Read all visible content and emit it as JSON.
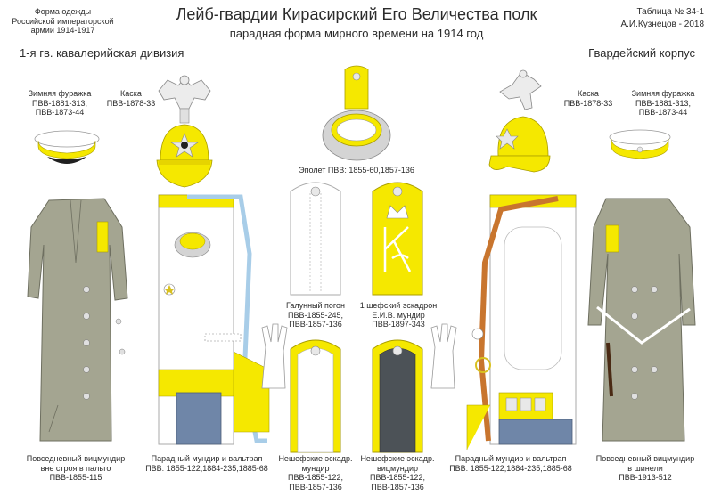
{
  "header": {
    "title": "Лейб-гвардии Кирасирский Его Величества полк",
    "subtitle": "парадная форма мирного времени на 1914 год",
    "left_note": "Форма одежды\nРоссийской императорской\nармии  1914-1917",
    "table_no": "Таблица № 34-1",
    "author": "А.И.Кузнецов - 2018",
    "division": "1-я гв. кавалерийская дивизия",
    "corps": "Гвардейский корпус"
  },
  "labels": {
    "cap_left": "Зимняя фуражка\nПВВ-1881-313,\nПВВ-1873-44",
    "helmet_left": "Каска\nПВВ-1878-33",
    "helmet_right": "Каска\nПВВ-1878-33",
    "cap_right": "Зимняя фуражка\nПВВ-1881-313,\nПВВ-1873-44",
    "epaulette": "Эполет ПВВ: 1855-60,1857-136",
    "galloon_strap": "Галунный погон\nПВВ-1855-245,\nПВВ-1857-136",
    "chef_squadron": "1 шефский эскадрон\nЕ.И.В.  мундир\nПВВ-1897-343",
    "coat_left": "Повседневный вицмундир\nвне строя в пальто\nПВВ-1855-115",
    "parade_left": "Парадный мундир и вальтрап\nПВВ: 1855-122,1884-235,1885-68",
    "nonchef_uniform": "Нешефские эскадр.\nмундир\nПВВ-1855-122,\nПВВ-1857-136",
    "nonchef_vice": "Нешефские эскадр.\nвицмундир\nПВВ-1855-122,\nПВВ-1857-136",
    "parade_right": "Парадный мундир и вальтрап\nПВВ: 1855-122,1884-235,1885-68",
    "coat_right": "Повседневный вицмундир\nв шинели\nПВВ-1913-512"
  },
  "colors": {
    "yellow": "#f5e800",
    "white": "#ffffff",
    "grey_green": "#a4a591",
    "dark_slate": "#4c5257",
    "light_blue": "#a8cde8",
    "orange_sash": "#c8752e",
    "gold": "#d8c020",
    "blue_trousers": "#6f86a8",
    "black": "#202020"
  },
  "icons": [
    "double-headed-eagle-icon",
    "star-emblem-icon",
    "imperial-monogram-icon",
    "crown-icon"
  ]
}
